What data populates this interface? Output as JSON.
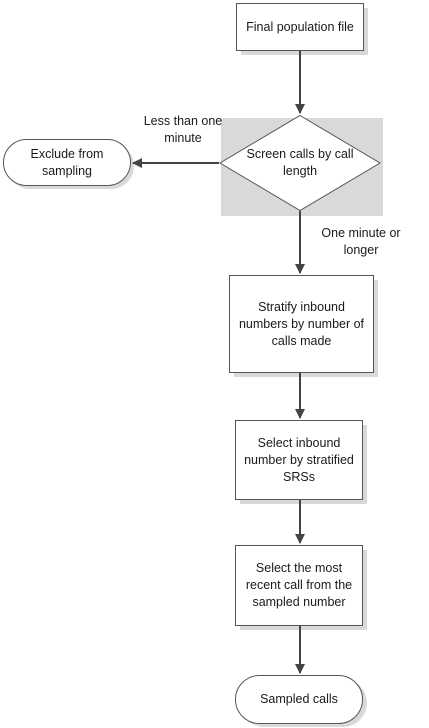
{
  "diagram": {
    "nodes": {
      "final_population": "Final population file",
      "screen_calls": "Screen calls by call\nlength",
      "exclude": "Exclude from\nsampling",
      "stratify": "Stratify inbound\nnumbers by number of\ncalls made",
      "select_number": "Select inbound\nnumber by stratified\nSRSs",
      "select_call": "Select the most\nrecent call from the\nsampled number",
      "sampled_calls": "Sampled calls"
    },
    "edge_labels": {
      "less_than_one_minute": "Less than one\nminute",
      "one_minute_or_longer": "One minute or\nlonger"
    },
    "colors": {
      "stroke": "#555555",
      "fill": "#ffffff",
      "shadow": "#d9d9d9",
      "text": "#1a1a1a"
    }
  }
}
